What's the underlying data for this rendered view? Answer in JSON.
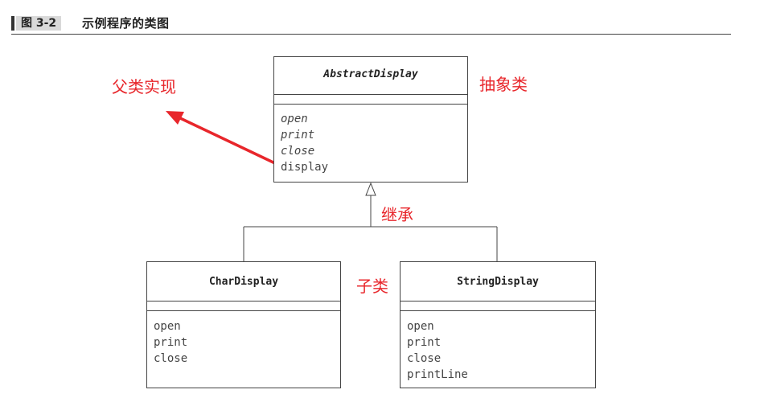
{
  "figure": {
    "number": "图 3-2",
    "title": "示例程序的类图"
  },
  "classes": {
    "abstract_display": {
      "name": "AbstractDisplay",
      "methods": [
        {
          "name": "open",
          "abstract": true
        },
        {
          "name": "print",
          "abstract": true
        },
        {
          "name": "close",
          "abstract": true
        },
        {
          "name": "display",
          "abstract": false
        }
      ]
    },
    "char_display": {
      "name": "CharDisplay",
      "methods": [
        {
          "name": "open",
          "abstract": false
        },
        {
          "name": "print",
          "abstract": false
        },
        {
          "name": "close",
          "abstract": false
        }
      ]
    },
    "string_display": {
      "name": "StringDisplay",
      "methods": [
        {
          "name": "open",
          "abstract": false
        },
        {
          "name": "print",
          "abstract": false
        },
        {
          "name": "close",
          "abstract": false
        },
        {
          "name": "printLine",
          "abstract": false
        }
      ]
    }
  },
  "annotations": {
    "parent_impl": "父类实现",
    "abstract_class": "抽象类",
    "inheritance": "继承",
    "subclass": "子类"
  },
  "colors": {
    "annotation": "#e8262b",
    "line": "#444444"
  }
}
